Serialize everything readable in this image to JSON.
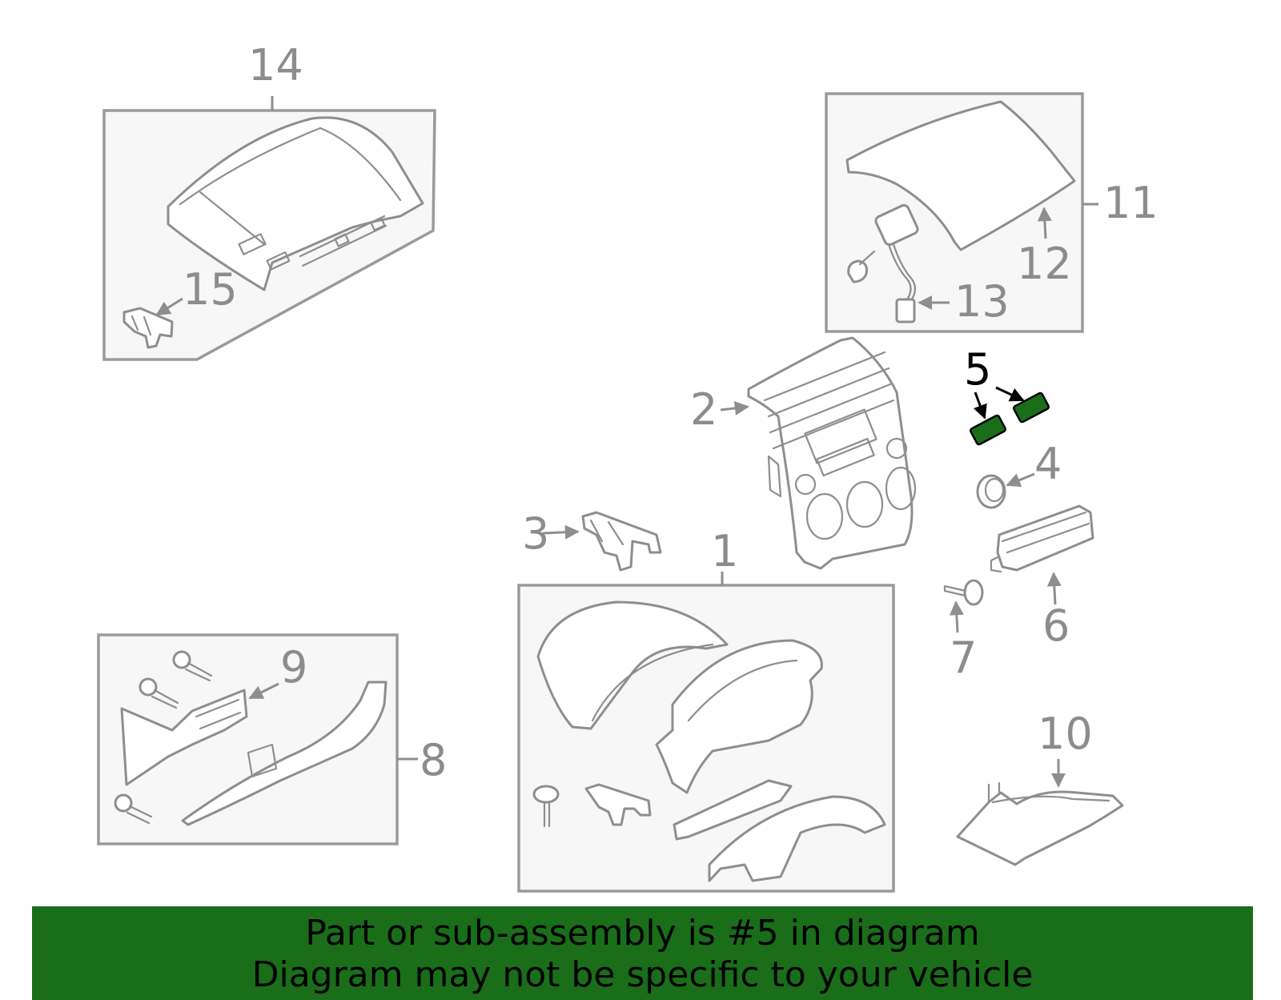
{
  "diagram": {
    "callouts": {
      "c1": "1",
      "c2": "2",
      "c3": "3",
      "c4": "4",
      "c5": "5",
      "c6": "6",
      "c7": "7",
      "c8": "8",
      "c9": "9",
      "c10": "10",
      "c11": "11",
      "c12": "12",
      "c13": "13",
      "c14": "14",
      "c15": "15"
    },
    "highlighted_part": "5",
    "highlight_color": "#1a6e1a"
  },
  "banner": {
    "line1": "Part or sub-assembly is #5 in diagram",
    "line2": "Diagram may not be specific to your vehicle",
    "background": "#1a6e1a"
  }
}
